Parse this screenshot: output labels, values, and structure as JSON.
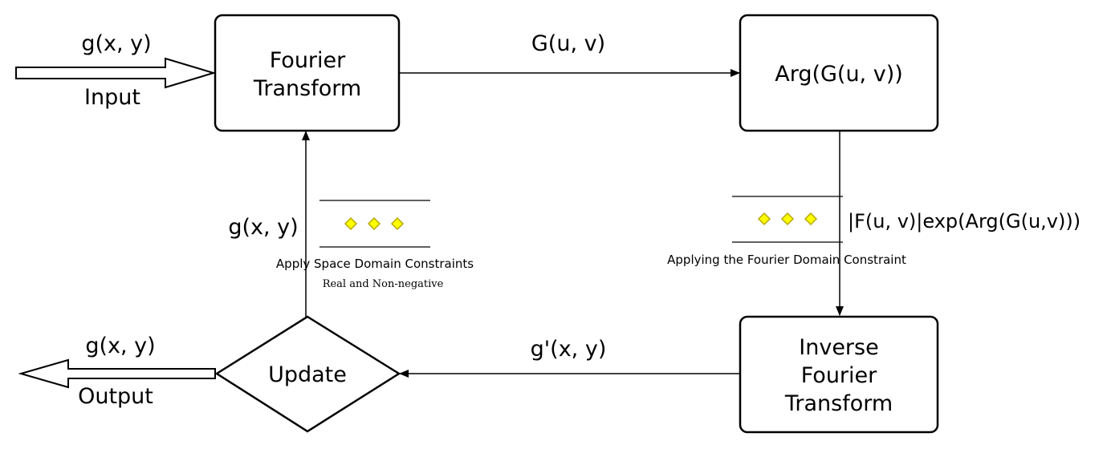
{
  "input": {
    "signal": "g(x, y)",
    "label": "Input"
  },
  "output": {
    "signal": "g(x, y)",
    "label": "Output"
  },
  "nodes": {
    "fourier_transform": [
      "Fourier",
      "Transform"
    ],
    "arg": "Arg(G(u, v))",
    "inverse_fourier_transform": [
      "Inverse",
      "Fourier",
      "Transform"
    ],
    "update": "Update"
  },
  "edges": {
    "ft_to_arg": "G(u, v)",
    "inverse_to_update": "g'(x, y)",
    "update_to_ft": "g(x, y)",
    "arg_to_inverse": "|F(u, v)|exp(Arg(G(u,v)))"
  },
  "constraints": {
    "space": {
      "title": "Apply Space Domain Constraints",
      "subtitle": "Real and Non-negative"
    },
    "fourier": {
      "title": "Applying the Fourier Domain Constraint"
    }
  },
  "colors": {
    "stroke": "#000000",
    "diamond_fill": "#ffff00",
    "diamond_stroke": "#b8a800",
    "background": "#ffffff"
  }
}
